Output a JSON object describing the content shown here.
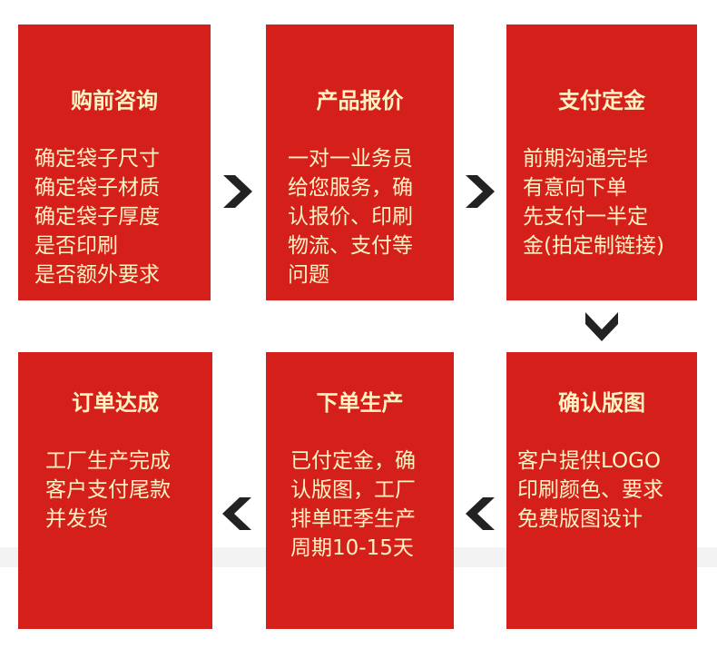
{
  "steps": [
    {
      "title": "购前咨询",
      "lines": [
        "确定袋子尺寸",
        "确定袋子材质",
        "确定袋子厚度",
        "是否印刷",
        "是否额外要求"
      ]
    },
    {
      "title": "产品报价",
      "lines": [
        "一对一业务员",
        "给您服务，确",
        "认报价、印刷",
        "物流、支付等",
        "问题"
      ]
    },
    {
      "title": "支付定金",
      "lines": [
        "前期沟通完毕",
        "有意向下单",
        "先支付一半定",
        "金(拍定制链接)"
      ]
    },
    {
      "title": "订单达成",
      "lines": [
        "工厂生产完成",
        "客户支付尾款",
        "并发货"
      ]
    },
    {
      "title": "下单生产",
      "lines": [
        "已付定金，确",
        "认版图，工厂",
        "排单旺季生产",
        "周期10-15天"
      ]
    },
    {
      "title": "确认版图",
      "lines": [
        "客户提供LOGO",
        "印刷颜色、要求",
        "免费版图设计"
      ]
    }
  ],
  "colors": {
    "card": "#d51f1a",
    "text": "#fff3c4",
    "arrow": "#222222"
  },
  "arrows": [
    "chevron-right-icon",
    "chevron-right-icon",
    "chevron-down-icon",
    "chevron-left-icon",
    "chevron-left-icon"
  ]
}
